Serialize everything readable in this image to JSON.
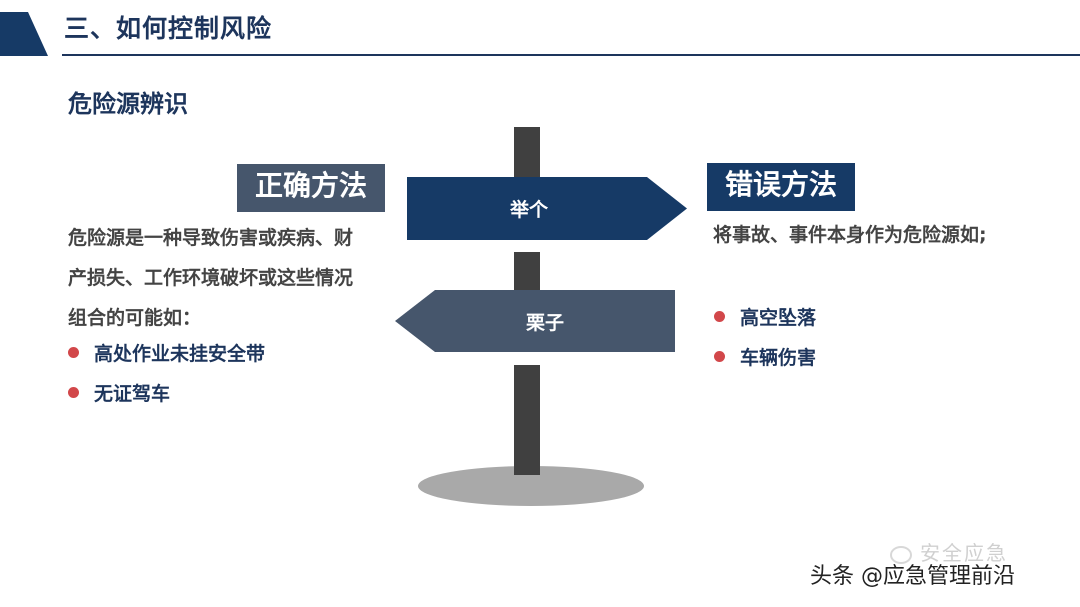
{
  "header": {
    "title": "三、如何控制风险"
  },
  "section": {
    "heading": "危险源辨识"
  },
  "left": {
    "label": "正确方法",
    "description": "危险源是一种导致伤害或疾病、财产损失、工作环境破坏或这些情况组合的可能如：",
    "bullets": [
      "高处作业未挂安全带",
      "无证驾车"
    ]
  },
  "right": {
    "label": "错误方法",
    "description": "将事故、事件本身作为危险源如;",
    "bullets": [
      "高空坠落",
      "车辆伤害"
    ]
  },
  "signpost": {
    "top_sign": "举个",
    "bottom_sign": "栗子"
  },
  "colors": {
    "navy": "#163a66",
    "slate": "#46566c",
    "pole": "#404040",
    "bullet_dot": "#d2474a",
    "shadow": "#a9a9a9"
  },
  "watermark": {
    "faint": "安全应急",
    "main": "头条 @应急管理前沿"
  }
}
